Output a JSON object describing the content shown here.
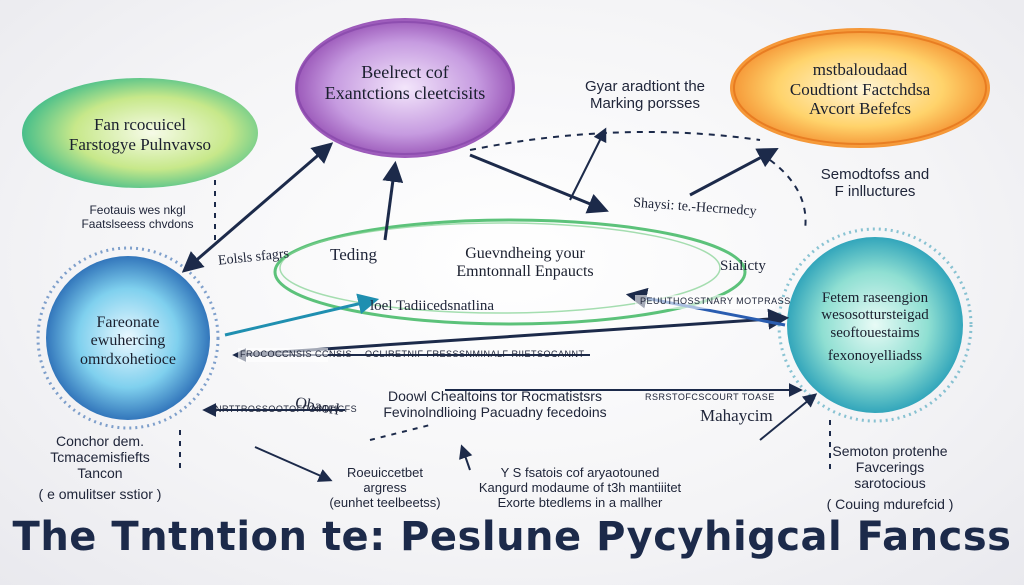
{
  "title": "The Tntntion te: Peslune Pycyhigcal Fancss",
  "colors": {
    "purple": "#9b59c6",
    "green": "#5cc27a",
    "teal": "#2aa8c4",
    "orange": "#f08a2a",
    "blue": "#2f6fb8",
    "arrow": "#1c2a4a"
  },
  "bubbles": {
    "top_center": [
      "Beelrect cof",
      "Exantctions cleetcisits"
    ],
    "top_left": [
      "Fan rcocuicel",
      "Farstogye Pulnvavso"
    ],
    "top_right": [
      "mstbaloudaad",
      "Coudtiont Factchdsa",
      "Avcort Befefcs"
    ],
    "left": [
      "Fareonate",
      "ewuhercing",
      "omrdxohetioce"
    ],
    "right": [
      "Fetem raseengion",
      "wesosottursteigad",
      "seoftouestaims",
      "fexonoyelliadss"
    ],
    "center": [
      "Guevndheing your",
      "Emntonnall Enpaucts"
    ]
  },
  "labels": {
    "top_mid_right": [
      "Gyar aradtiont the",
      "Marking porsses"
    ],
    "left_mid": [
      "Feotauis wes nkgl",
      "Faatslseess chvdons"
    ],
    "right_mid": [
      "Semodtofss and",
      "F inlluctures"
    ],
    "teding": "Teding",
    "eolsiste": "Eolsls sfagrs",
    "shaysi": "Shaysi: te.-Hecrnedcy",
    "sialicty": "Sialicty",
    "tadiceds": "loel  Tadiicedsnatlina",
    "mid_bar_left": "FROCOCCNSIS  CCNSIS",
    "mid_bar_center": "OCLIRETNIF FRESSSNMINALF RIIETSOCANNT",
    "right_bar": "PEUUTHOSSTNARY MOTPRASS",
    "right_bar2": "RSRSTOFCSCOURT TOASE",
    "lower_left_bar": "NRTTROSSOOTOFFOPTFICFS",
    "obaorl": "Obaorl",
    "center_lower": [
      "Doowl Chealtoins tor Rocmatistsrs",
      "Fevinolndlioing Pacuadny fecedoins"
    ],
    "mahaycim": "Mahaycim",
    "bottom_left": [
      "Conchor dem.",
      "Tcmacemisfiefts",
      "Tancon"
    ],
    "bottom_left_paren": "( e omulitser sstior )",
    "bottom_mid_left": [
      "Roeuiccetbet",
      "argress",
      "(eunhet teelbeetss)"
    ],
    "bottom_mid": [
      "Y S  fsatois cof aryaotouned",
      "Kangurd modaume of t3h mantiiitet",
      "Exorte btedlems in a mallher"
    ],
    "bottom_right": [
      "Semoton protenhe",
      "Favcerings",
      "sarotocious"
    ],
    "bottom_right_paren": "( Couing mdurefcid )"
  }
}
